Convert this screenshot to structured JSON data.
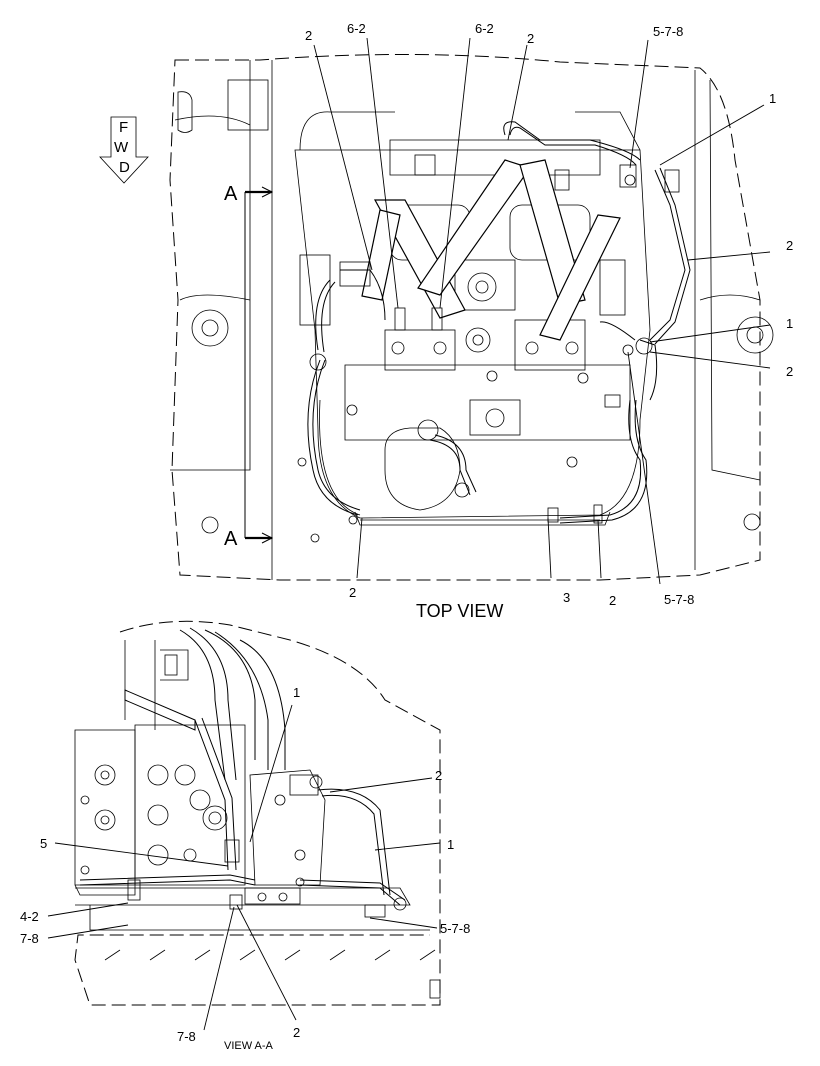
{
  "top_view": {
    "title": "TOP VIEW",
    "direction_indicator": [
      "F",
      "W",
      "D"
    ],
    "section_marker_top": "A",
    "section_marker_bottom": "A",
    "callouts": {
      "c_2_a": "2",
      "c_6_2_a": "6-2",
      "c_6_2_b": "6-2",
      "c_2_b": "2",
      "c_5_7_8_a": "5-7-8",
      "c_1_a": "1",
      "c_2_c": "2",
      "c_1_b": "1",
      "c_2_d": "2",
      "c_2_e": "2",
      "c_3": "3",
      "c_2_f": "2",
      "c_5_7_8_b": "5-7-8"
    }
  },
  "section_view": {
    "title": "VIEW A-A",
    "callouts": {
      "c_1_a": "1",
      "c_2_a": "2",
      "c_5": "5",
      "c_1_b": "1",
      "c_4_2": "4-2",
      "c_7_8_a": "7-8",
      "c_5_7_8": "5-7-8",
      "c_7_8_b": "7-8",
      "c_2_b": "2"
    }
  }
}
